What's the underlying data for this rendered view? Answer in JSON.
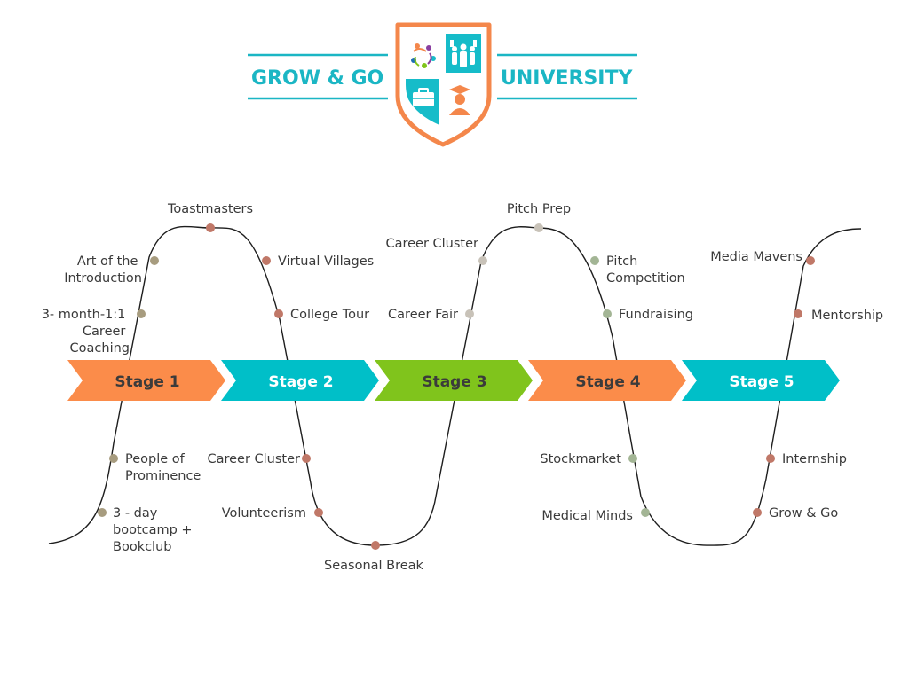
{
  "logo": {
    "left_text": "GROW & GO",
    "right_text": "UNIVERSITY",
    "color": "#1bb6c4",
    "shield_border": "#f4874b",
    "teal": "#16bcc9",
    "orange": "#f4874b"
  },
  "stages": [
    {
      "label": "Stage 1",
      "color": "#fb8c4a",
      "text_color": "#3b3b3b"
    },
    {
      "label": "Stage 2",
      "color": "#00bfc8",
      "text_color": "#ffffff"
    },
    {
      "label": "Stage 3",
      "color": "#80c41c",
      "text_color": "#3b3b3b"
    },
    {
      "label": "Stage 4",
      "color": "#fb8c4a",
      "text_color": "#3b3b3b"
    },
    {
      "label": "Stage 5",
      "color": "#00bfc8",
      "text_color": "#ffffff"
    }
  ],
  "milestones": [
    {
      "id": "bootcamp",
      "lines": [
        "3 - day",
        "bootcamp +",
        "Bookclub"
      ],
      "color": "#a79c7f"
    },
    {
      "id": "people-of-prominence",
      "lines": [
        "People of",
        "Prominence"
      ],
      "color": "#a79c7f"
    },
    {
      "id": "career-coaching",
      "lines": [
        "3- month-1:1",
        "Career",
        "Coaching"
      ],
      "color": "#a79c7f"
    },
    {
      "id": "art-of-introduction",
      "lines": [
        "Art of the",
        "Introduction"
      ],
      "color": "#a79c7f"
    },
    {
      "id": "toastmasters",
      "lines": [
        "Toastmasters"
      ],
      "color": "#c07868"
    },
    {
      "id": "virtual-villages",
      "lines": [
        "Virtual Villages"
      ],
      "color": "#c07868"
    },
    {
      "id": "college-tour",
      "lines": [
        "College Tour"
      ],
      "color": "#c07868"
    },
    {
      "id": "career-cluster-2",
      "lines": [
        "Career Cluster"
      ],
      "color": "#c07868"
    },
    {
      "id": "volunteerism",
      "lines": [
        "Volunteerism"
      ],
      "color": "#c07868"
    },
    {
      "id": "seasonal-break",
      "lines": [
        "Seasonal Break"
      ],
      "color": "#c07868"
    },
    {
      "id": "career-fair",
      "lines": [
        "Career Fair"
      ],
      "color": "#c8c2b8"
    },
    {
      "id": "career-cluster-3",
      "lines": [
        "Career Cluster"
      ],
      "color": "#c8c2b8"
    },
    {
      "id": "pitch-prep",
      "lines": [
        "Pitch Prep"
      ],
      "color": "#c8c2b8"
    },
    {
      "id": "pitch-competition",
      "lines": [
        "Pitch",
        "Competition"
      ],
      "color": "#a3b595"
    },
    {
      "id": "fundraising",
      "lines": [
        "Fundraising"
      ],
      "color": "#a3b595"
    },
    {
      "id": "stockmarket",
      "lines": [
        "Stockmarket"
      ],
      "color": "#a3b595"
    },
    {
      "id": "medical-minds",
      "lines": [
        "Medical Minds"
      ],
      "color": "#a3b595"
    },
    {
      "id": "grow-and-go",
      "lines": [
        "Grow & Go"
      ],
      "color": "#c07868"
    },
    {
      "id": "internship",
      "lines": [
        "Internship"
      ],
      "color": "#c07868"
    },
    {
      "id": "mentorship",
      "lines": [
        "Mentorship"
      ],
      "color": "#c07868"
    },
    {
      "id": "media-mavens",
      "lines": [
        "Media Mavens"
      ],
      "color": "#c07868"
    }
  ]
}
